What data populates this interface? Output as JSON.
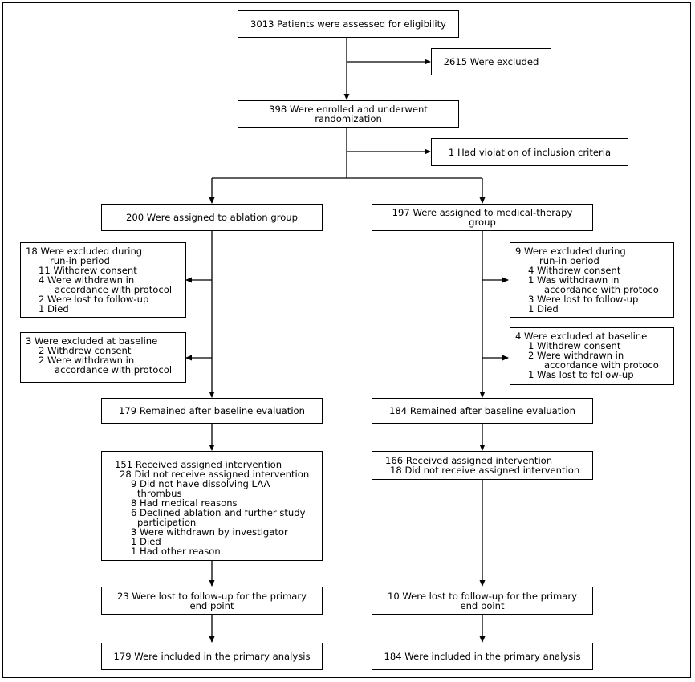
{
  "screening": {
    "assessed": "3013 Patients were assessed for eligibility",
    "excluded": "2615 Were excluded"
  },
  "randomization": {
    "enrolled_1": "398 Were enrolled and underwent",
    "enrolled_2": "randomization",
    "violation": "1 Had violation of inclusion criteria"
  },
  "ablation": {
    "assigned": "200 Were assigned to ablation group",
    "runin": [
      "18 Were excluded during",
      "run-in period",
      "11 Withdrew consent",
      "4 Were withdrawn in",
      "accordance with protocol",
      "2 Were lost to follow-up",
      "1 Died"
    ],
    "baseline_excl": [
      "3 Were excluded at baseline",
      "2 Withdrew consent",
      "2 Were withdrawn in",
      "accordance with protocol"
    ],
    "remained": "179 Remained after baseline evaluation",
    "intervention": [
      "151 Received assigned intervention",
      "28 Did not receive assigned intervention",
      "9 Did not have dissolving LAA",
      "thrombus",
      "8 Had medical reasons",
      "6 Declined ablation and further study",
      "participation",
      "3 Were withdrawn by investigator",
      "1 Died",
      "1 Had other reason"
    ],
    "lost_1": "23 Were lost to follow-up for the primary",
    "lost_2": "end point",
    "analysis": "179 Were included in the primary analysis"
  },
  "medical": {
    "assigned_1": "197 Were assigned to medical-therapy",
    "assigned_2": "group",
    "runin": [
      "9 Were excluded during",
      "run-in period",
      "4 Withdrew consent",
      "1 Was withdrawn in",
      "accordance with protocol",
      "3 Were lost to follow-up",
      "1 Died"
    ],
    "baseline_excl": [
      "4 Were excluded at baseline",
      "1 Withdrew consent",
      "2 Were withdrawn in",
      "accordance with protocol",
      "1 Was lost to follow-up"
    ],
    "remained": "184 Remained after baseline evaluation",
    "intervention": [
      "166 Received assigned intervention",
      "18 Did not receive assigned intervention"
    ],
    "lost_1": "10 Were lost to follow-up for the primary",
    "lost_2": "end point",
    "analysis": "184 Were included in the primary analysis"
  }
}
